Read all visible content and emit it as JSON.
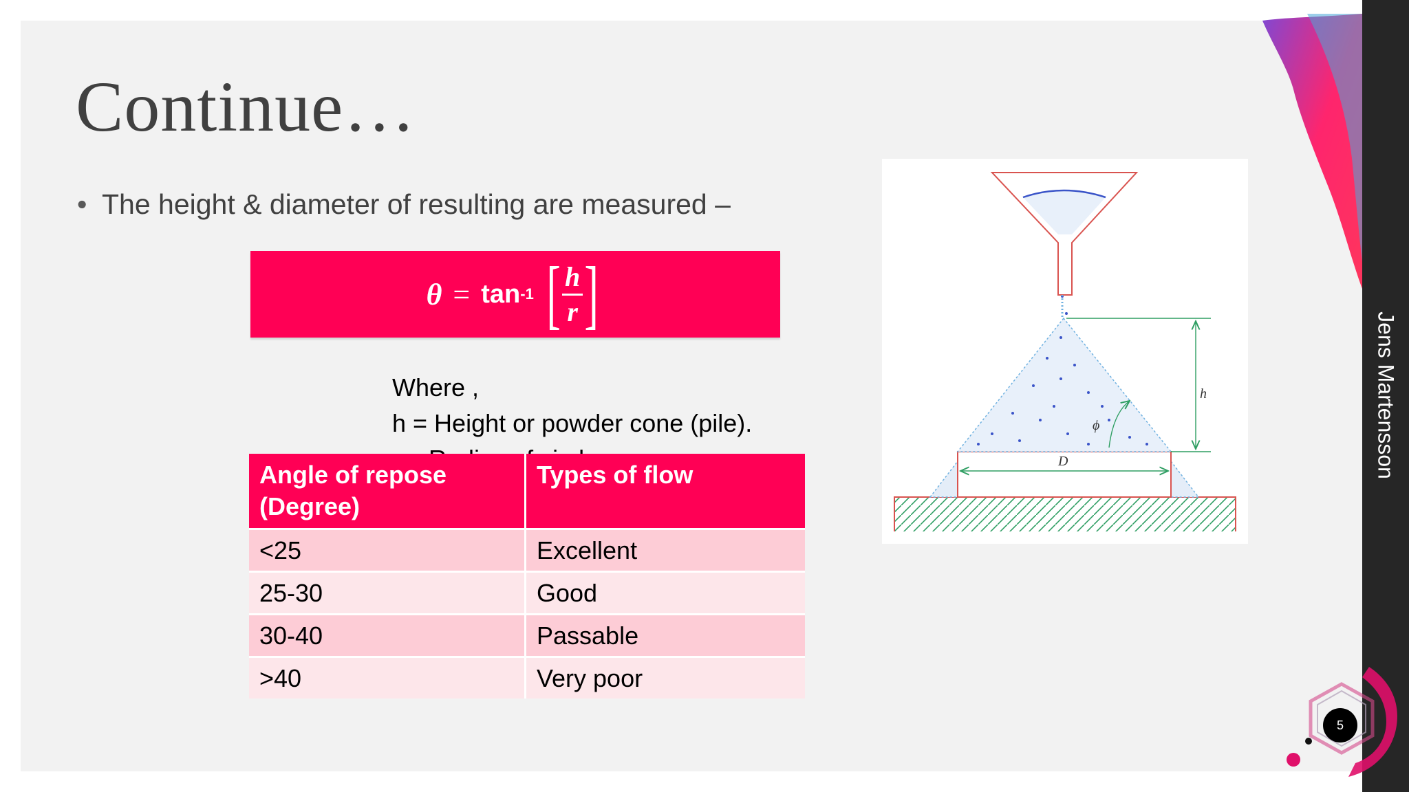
{
  "slide": {
    "title": "Continue…",
    "bullet": "The height & diameter of resulting are measured –",
    "formula": {
      "theta": "θ",
      "equals": "=",
      "func": "tan",
      "exponent": "-1",
      "numerator": "h",
      "denominator": "r"
    },
    "where_lines": [
      "Where ,",
      "h = Height or powder cone (pile).",
      "r = Radius of circle."
    ],
    "table": {
      "headers": [
        "Angle of repose (Degree)",
        "Types of flow"
      ],
      "rows": [
        [
          "<25",
          "Excellent"
        ],
        [
          "25-30",
          "Good"
        ],
        [
          "30-40",
          "Passable"
        ],
        [
          ">40",
          "Very poor"
        ]
      ]
    },
    "diagram": {
      "label_h": "h",
      "label_phi": "ϕ",
      "label_d": "D"
    },
    "author": "Jens Martensson",
    "page_number": "5"
  },
  "colors": {
    "accent": "#ff0055",
    "row_odd": "#fdccd6",
    "row_even": "#fde6ea",
    "slide_bg": "#f2f2f2",
    "sidebar": "#262626"
  }
}
